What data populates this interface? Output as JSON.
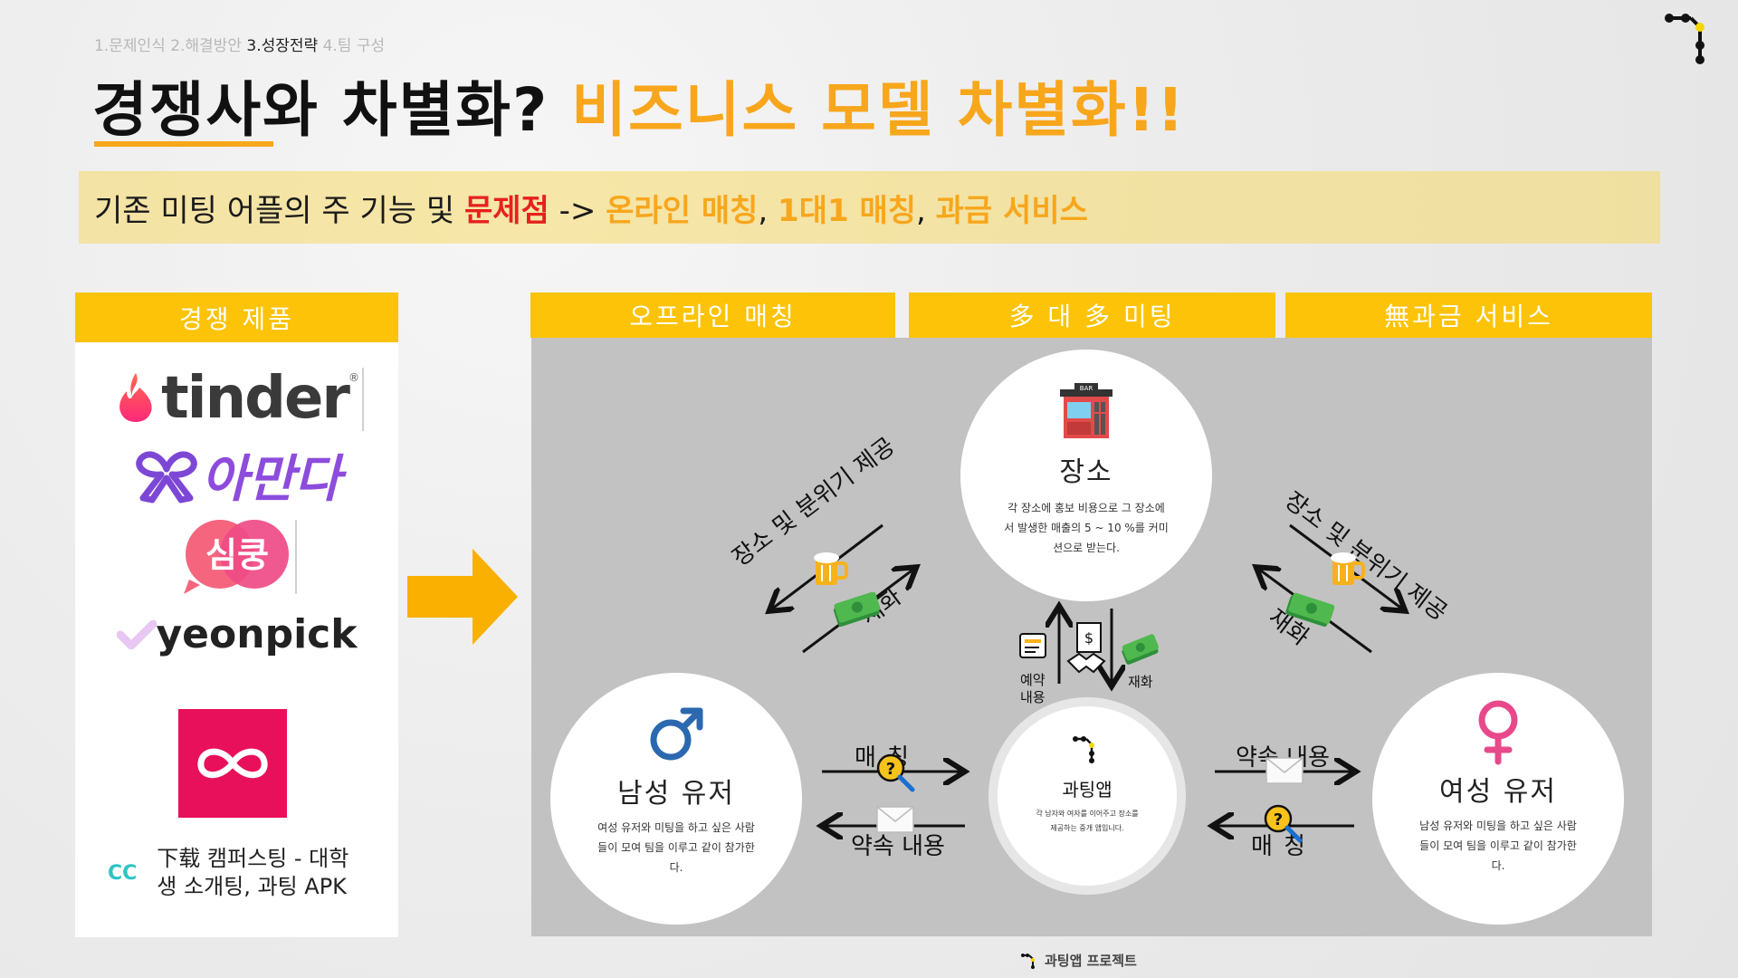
{
  "header": {
    "breadcrumbs": [
      {
        "label": "1.문제인식",
        "current": false
      },
      {
        "label": "2.해결방안",
        "current": false
      },
      {
        "label": "3.성장전략",
        "current": true
      },
      {
        "label": "4.팀 구성",
        "current": false
      }
    ],
    "title_part1": "경쟁사와 차별화?",
    "title_part2": "비즈니스 모델 차별화!!"
  },
  "banner": {
    "prefix": "기존 미팅 어플의 주 기능 및 ",
    "problem": "문제점",
    "arrow": " -> ",
    "item1": "온라인 매칭",
    "sep1": ", ",
    "item2": "1대1 매칭",
    "sep2": ", ",
    "item3": "과금 서비스"
  },
  "competitors": {
    "header": "경쟁 제품",
    "tinder": "tinder",
    "tinder_reg": "®",
    "amanda": "아만다",
    "simkung": "심쿵",
    "yeonpick": "yeonpick",
    "campus_logo": "CC",
    "campus_line1": "下载 캠퍼스팅 - 대학",
    "campus_line2": "생 소개팅, 과팅 APK"
  },
  "sections": {
    "offline": "오프라인 매칭",
    "many": "多 대 多 미팅",
    "free": "無과금 서비스"
  },
  "place": {
    "sign": "BAR",
    "title": "장소",
    "desc_line1": "각 장소에 홍보 비용으로 그 장소에",
    "desc_line2": "서 발생한 매출의 5 ~ 10 %를 커미",
    "desc_line3": "션으로 받는다."
  },
  "male": {
    "title": "남성 유저",
    "desc_line1": "여성 유저와 미팅을 하고 싶은 사람",
    "desc_line2": "들이 모여 팀을 이루고 같이 참가한",
    "desc_line3": "다."
  },
  "female": {
    "title": "여성 유저",
    "desc_line1": "남성 유저와 미팅을 하고 싶은 사람",
    "desc_line2": "들이 모여 팀을 이루고 같이 참가한",
    "desc_line3": "다."
  },
  "app": {
    "title": "과팅앱",
    "desc_line1": "각 남자와 여자를 이어주고 장소를",
    "desc_line2": "제공하는 중개 앱입니다."
  },
  "flows": {
    "left_place": "장소 및 분위기 제공",
    "left_money": "재화",
    "right_place": "장소 및 분위기 제공",
    "right_money": "재화",
    "center_reserve_line1": "예약",
    "center_reserve_line2": "내용",
    "center_money": "재화",
    "left_match": "매 칭",
    "left_promise": "약속 내용",
    "right_promise": "약속 내용",
    "right_match": "매 칭"
  },
  "footer": {
    "label": "과팅앱 프로젝트"
  },
  "colors": {
    "accent_orange": "#f8a61c",
    "header_yellow": "#fcc308",
    "problem_red": "#e6211d",
    "male_blue": "#2c68b0",
    "female_pink": "#e8498a",
    "panel_grey": "#c2c2c2"
  }
}
